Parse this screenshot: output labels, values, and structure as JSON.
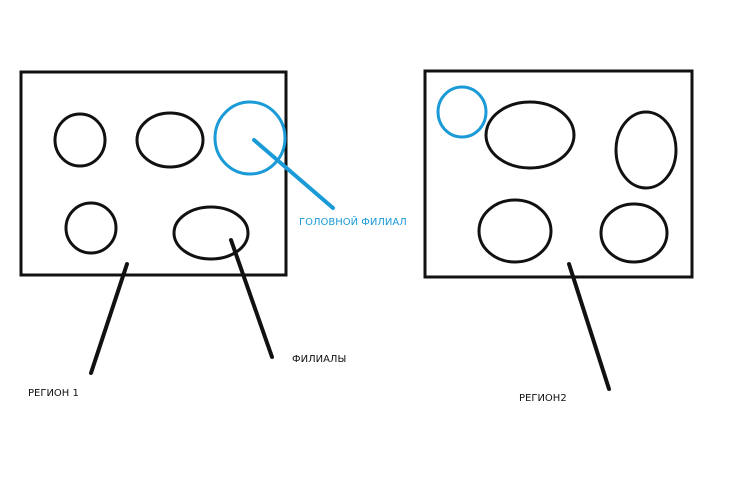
{
  "colors": {
    "ink": "#111111",
    "highlight": "#1a9ad6",
    "background": "#ffffff"
  },
  "labels": {
    "head_branch": "ГОЛОВНОЙ ФИЛИАЛ",
    "branches": "ФИЛИАЛЫ",
    "region1": "РЕГИОН 1",
    "region2": "РЕГИОН2"
  }
}
